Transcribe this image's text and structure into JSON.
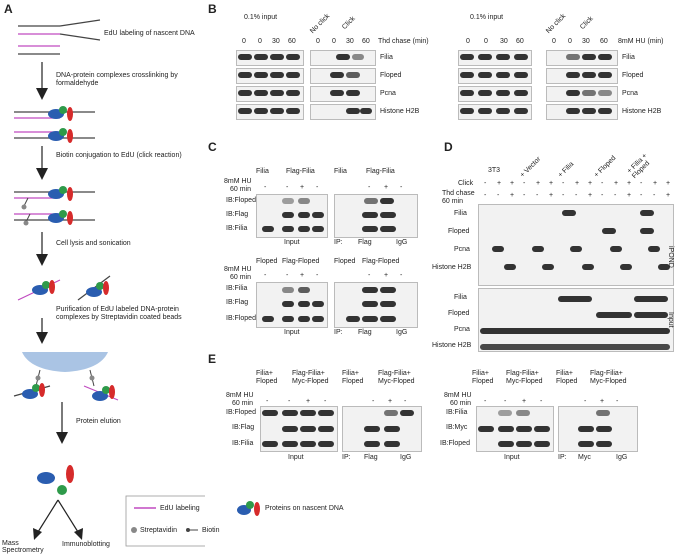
{
  "panels": {
    "A": "A",
    "B": "B",
    "C": "C",
    "D": "D",
    "E": "E"
  },
  "panelA": {
    "steps": [
      "EdU labeling of nascent DNA",
      "DNA-protein complexes crosslinking by formaldehyde",
      "Biotin conjugation to EdU (click reaction)",
      "Cell lysis and sonication",
      "Purification of EdU labeled DNA-protein complexes by Streptavidin coated beads",
      "Protein elution"
    ],
    "outputs": [
      "Mass Spectrometry",
      "Immunoblotting"
    ],
    "legend": {
      "edu": "EdU labeling",
      "proteins": "Proteins on nascent DNA",
      "streptavidin": "Streptavidin",
      "biotin": "Biotin"
    }
  },
  "panelB": {
    "left": {
      "input": "0.1% input",
      "noclick": "No click",
      "click": "Click",
      "lanes": [
        "0",
        "0",
        "30",
        "60",
        "0",
        "0",
        "30",
        "60"
      ],
      "chase": "Thd chase (min)",
      "rows": [
        "Filia",
        "Floped",
        "Pcna",
        "Histone H2B"
      ]
    },
    "right": {
      "input": "0.1% input",
      "noclick": "No click",
      "click": "Click",
      "lanes": [
        "0",
        "0",
        "30",
        "60",
        "0",
        "0",
        "30",
        "60"
      ],
      "chase": "8mM HU (min)",
      "rows": [
        "Filia",
        "Floped",
        "Pcna",
        "Histone H2B"
      ]
    }
  },
  "panelC": {
    "top": {
      "cond": "8mM HU",
      "time": "60 min",
      "h1": "Filia",
      "h2": "Flag-Filia",
      "h3": "Filia",
      "h4": "Flag-Filia",
      "signs": [
        "-",
        "-",
        "+",
        "-",
        "-",
        "+",
        "-"
      ],
      "rows": [
        "IB:Floped",
        "IB:Flag",
        "IB:Filia"
      ],
      "bottom": [
        "Input",
        "IP:",
        "Flag",
        "IgG"
      ]
    },
    "bottom": {
      "cond": "8mM HU",
      "time": "60 min",
      "h1": "Floped",
      "h2": "Flag-Floped",
      "h3": "Floped",
      "h4": "Flag-Floped",
      "signs": [
        "-",
        "-",
        "+",
        "-",
        "-",
        "+",
        "-"
      ],
      "rows": [
        "IB:Filia",
        "IB:Flag",
        "IB:Floped"
      ],
      "bottom": [
        "Input",
        "IP:",
        "Flag",
        "IgG"
      ]
    }
  },
  "panelD": {
    "cols": [
      "3T3",
      "+ Vector",
      "+ Filia",
      "+ Floped",
      "+ Filia + Floped"
    ],
    "click_label": "Click",
    "click": [
      "-",
      "+",
      "+",
      "-",
      "+",
      "+",
      "-",
      "+",
      "+",
      "-",
      "+",
      "+",
      "-",
      "+",
      "+"
    ],
    "chase_label": "Thd chase 60 min",
    "chase": [
      "-",
      "-",
      "+",
      "-",
      "-",
      "+",
      "-",
      "-",
      "+",
      "-",
      "-",
      "+",
      "-",
      "-",
      "+"
    ],
    "rows_top": [
      "Filia",
      "Floped",
      "Pcna",
      "Histone H2B"
    ],
    "rows_bottom": [
      "Filia",
      "Floped",
      "Pcna",
      "Histone H2B"
    ],
    "side_top": "iPOND",
    "side_bottom": "Input"
  },
  "panelE": {
    "left": {
      "h1": "Filia+ Floped",
      "h2": "Flag-Filia+ Myc-Floped",
      "h3": "Filia+ Floped",
      "h4": "Flag-Filia+ Myc-Floped",
      "cond": "8mM HU",
      "time": "60 min",
      "signs": [
        "-",
        "-",
        "+",
        "-",
        "-",
        "+",
        "-"
      ],
      "rows": [
        "IB:Floped",
        "IB:Flag",
        "IB:Filia"
      ],
      "bottom": [
        "Input",
        "IP:",
        "Flag",
        "IgG"
      ]
    },
    "right": {
      "h1": "Filia+ Floped",
      "h2": "Flag-Filia+ Myc-Floped",
      "h3": "Filia+ Floped",
      "h4": "Flag-Filia+ Myc-Floped",
      "cond": "8mM HU",
      "time": "60 min",
      "signs": [
        "-",
        "-",
        "+",
        "-",
        "-",
        "+",
        "-"
      ],
      "rows": [
        "IB:Filia",
        "IB:Myc",
        "IB:Floped"
      ],
      "bottom": [
        "Input",
        "IP:",
        "Myc",
        "IgG"
      ]
    }
  }
}
